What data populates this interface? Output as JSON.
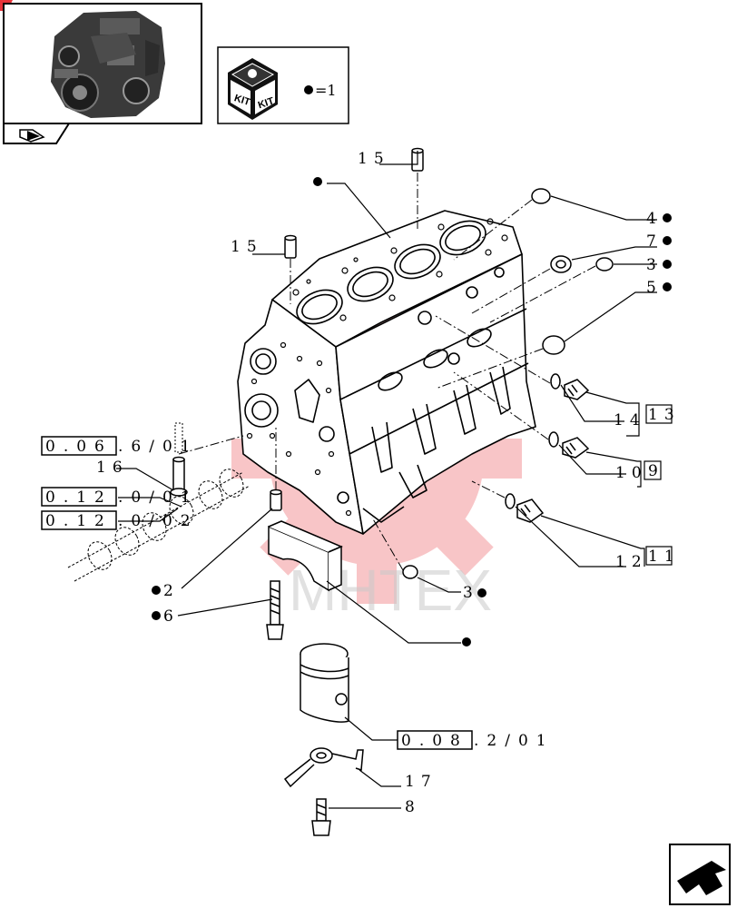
{
  "kit_legend": {
    "kit_text_left": "KIT",
    "kit_text_right": "KIT",
    "equals_text": "=1"
  },
  "watermark": {
    "text": "MHTEX",
    "color": "#e8343a"
  },
  "reference_boxes": [
    {
      "id": "ref-0-06",
      "boxed": "0.06",
      "suffix": ".6/01"
    },
    {
      "id": "ref-0-12-a",
      "boxed": "0.12",
      "suffix": ".0/01"
    },
    {
      "id": "ref-0-12-b",
      "boxed": "0.12",
      "suffix": ".0/02"
    },
    {
      "id": "ref-0-08",
      "boxed": "0.08",
      "suffix": ".2/01"
    }
  ],
  "callouts": {
    "c15a": "15",
    "c15b": "15",
    "c4": "4",
    "c7": "7",
    "c3a": "3",
    "c5": "5",
    "c14": "14",
    "c13": "13",
    "c10": "10",
    "c9": "9",
    "c12": "12",
    "c11": "11",
    "c16": "16",
    "c3b": "3",
    "c2": "2",
    "c6": "6",
    "c17": "17",
    "c8": "8"
  },
  "colors": {
    "line": "#000000",
    "watermark": "#e8343a",
    "corner_tab": "#e8343a"
  }
}
